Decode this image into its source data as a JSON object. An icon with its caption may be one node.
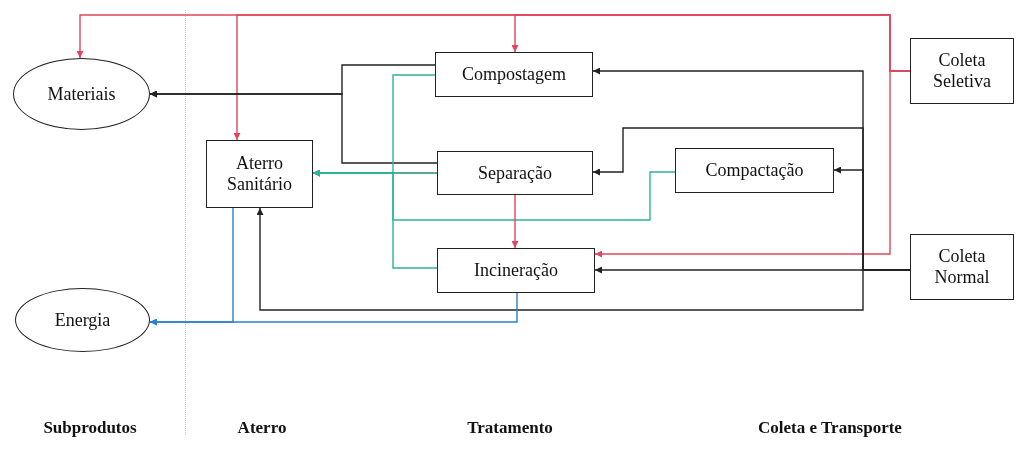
{
  "diagram": {
    "nodes": [
      {
        "text": [
          "Coleta Seletiva"
        ]
      },
      {
        "text": [
          "Coleta Normal"
        ]
      },
      {
        "text": [
          "Compostagem"
        ]
      },
      {
        "text": [
          "Separação"
        ]
      },
      {
        "text": [
          "Compactação"
        ]
      },
      {
        "text": [
          "Incineração"
        ]
      },
      {
        "text": [
          "Aterro Sanitário"
        ]
      },
      {
        "text": [
          "Materiais"
        ]
      },
      {
        "text": [
          "Energia"
        ]
      }
    ],
    "edges": [
      {
        "from": 0,
        "to": 7,
        "arrow": "to",
        "color": "#e0475e"
      },
      {
        "from": 0,
        "to": 6,
        "arrow": "to",
        "color": "#e0475e"
      },
      {
        "from": 0,
        "to": 2,
        "arrow": "to",
        "color": "#e0475e"
      },
      {
        "from": 0,
        "to": 5,
        "arrow": "to",
        "color": "#e0475e"
      },
      {
        "from": 1,
        "to": 5,
        "arrow": "to"
      },
      {
        "from": 1,
        "to": 2,
        "arrow": "to"
      },
      {
        "from": 1,
        "to": 3,
        "arrow": "to"
      },
      {
        "from": 1,
        "to": 4,
        "arrow": "to"
      },
      {
        "from": 1,
        "to": 6,
        "arrow": "to"
      },
      {
        "from": 2,
        "to": 7,
        "arrow": "to"
      },
      {
        "from": 3,
        "to": 7,
        "arrow": "to"
      },
      {
        "from": 3,
        "to": 6,
        "arrow": "to",
        "color": "#1f8f6a"
      },
      {
        "from": 2,
        "to": 6,
        "arrow": "to",
        "color": "#2bb597"
      },
      {
        "from": 4,
        "to": 6,
        "arrow": "to",
        "color": "#2bb597"
      },
      {
        "from": 5,
        "to": 6,
        "arrow": "to",
        "color": "#2bb597"
      },
      {
        "from": 3,
        "to": 5,
        "arrow": "to",
        "color": "#e0475e"
      },
      {
        "from": 5,
        "to": 8,
        "arrow": "to",
        "color": "#2a7fd0"
      },
      {
        "from": 6,
        "to": 8,
        "arrow": "to",
        "color": "#2a7fd0"
      }
    ],
    "labels": [
      "Subprodutos",
      "Aterro",
      "Tratamento",
      "Coleta e Transporte"
    ]
  }
}
